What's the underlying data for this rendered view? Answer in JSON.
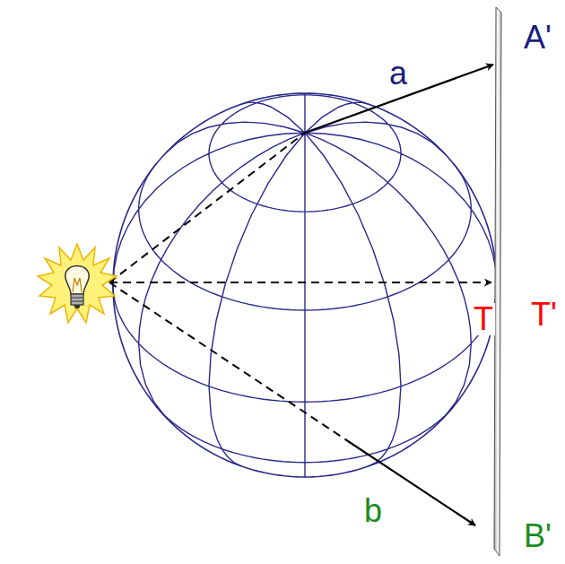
{
  "diagram": {
    "labels": [
      "a",
      "A'",
      "T'",
      "T",
      "b",
      "B'"
    ]
  }
}
